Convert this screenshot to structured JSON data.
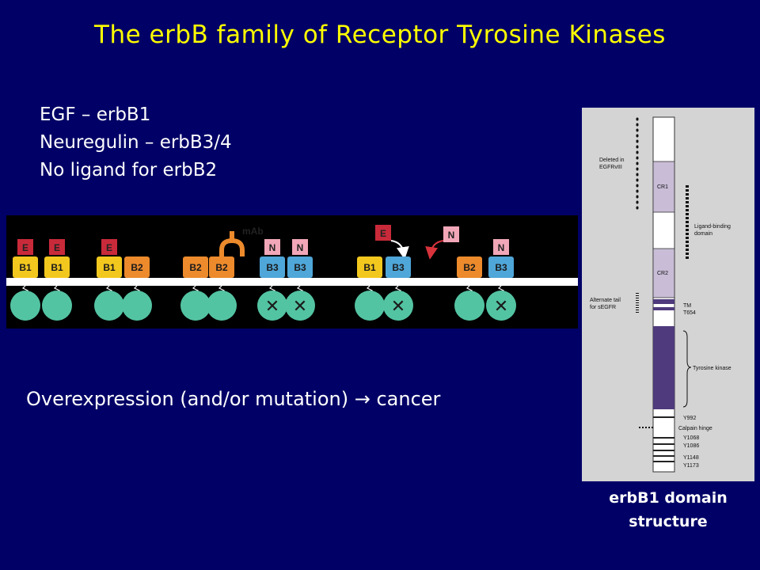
{
  "title": "The erbB family of Receptor Tyrosine Kinases",
  "ligand_lines": [
    "EGF – erbB1",
    "Neuregulin – erbB3/4",
    "No ligand for erbB2"
  ],
  "overexpression_text": "Overexpression (and/or mutation) → cancer",
  "receptor_diagram": {
    "antibody_label": "mAb",
    "ligands": {
      "egf": "E",
      "neuregulin": "N"
    },
    "receptor_labels": [
      "B1",
      "B1",
      "B1",
      "B2",
      "B2",
      "B2",
      "B3",
      "B3",
      "B1",
      "B3",
      "B2",
      "B3"
    ],
    "kinase_inactive_mark": "✕",
    "colors": {
      "b1": "#f2c81e",
      "b2": "#ec8a2c",
      "b3": "#4fa6d8",
      "egf": "#c92a3a",
      "neuregulin": "#f2a7b8",
      "kinase": "#53c4a2",
      "membrane": "#ffffff"
    }
  },
  "domain_structure": {
    "deleted_label": [
      "Deleted in",
      "EGFRvIII"
    ],
    "cr1": "CR1",
    "ligand_binding": [
      "Ligand-binding",
      "domain"
    ],
    "cr2": "CR2",
    "alternate_tail": [
      "Alternate tail",
      "for sEGFR"
    ],
    "tm": "TM",
    "t654": "T654",
    "tyrosine_kinase": "Tyrosine kinase",
    "y992": "Y992",
    "calpain": "Calpain hinge",
    "y1068": "Y1068",
    "y1086": "Y1086",
    "y1148": "Y1148",
    "y1173": "Y1173",
    "colors": {
      "cr": "#c8bcd6",
      "kinase": "#4e3a7c",
      "bar": "#ffffff"
    }
  },
  "caption": [
    "erbB1 domain",
    "structure"
  ]
}
